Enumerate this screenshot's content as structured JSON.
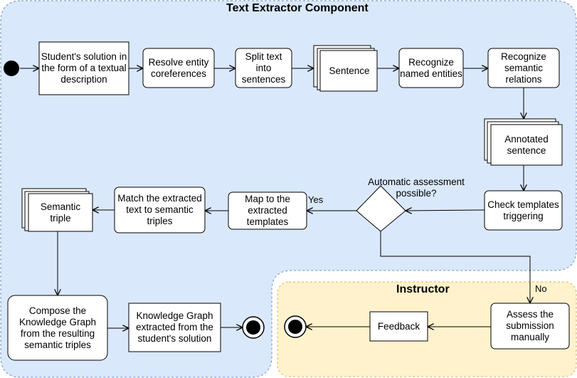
{
  "containers": {
    "text_extractor_title": "Text Extractor Component",
    "instructor_title": "Instructor"
  },
  "nodes": {
    "students_solution": "Student's solution in the form of a textual description",
    "resolve_coref": "Resolve entity coreferences",
    "split_text": "Split text into sentences",
    "sentence": "Sentence",
    "recognize_entities": "Recognize named entities",
    "recognize_relations": "Recognize semantic relations",
    "annotated_sentence": "Annotated sentence",
    "check_templates": "Check templates triggering",
    "decision_question": "Automatic assessment possible?",
    "map_templates": "Map to the extracted templates",
    "match_triples": "Match the extracted text to semantic triples",
    "semantic_triple": "Semantic triple",
    "compose_kg": "Compose the Knowledge Graph from the resulting semantic triples",
    "kg_extracted": "Knowledge Graph extracted from the student's solution",
    "assess_manually": "Assess the submission manually",
    "feedback": "Feedback"
  },
  "edge_labels": {
    "yes": "Yes",
    "no": "No"
  },
  "colors": {
    "text_extractor_fill": "#dae8fc",
    "text_extractor_border": "#6c8ebf",
    "instructor_fill": "#fff2cc",
    "instructor_border": "#d6b656",
    "line": "#000000",
    "node_fill": "#ffffff"
  }
}
